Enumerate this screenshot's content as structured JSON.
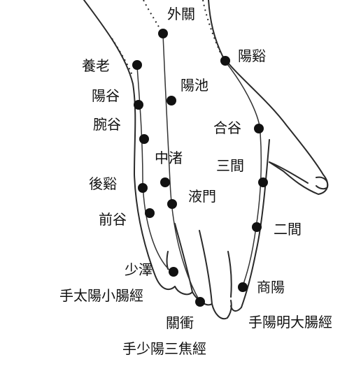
{
  "points": {
    "waiguan": "外關",
    "yangxi": "陽谿",
    "yanglao": "養老",
    "yanggu": "陽谷",
    "yangchi": "陽池",
    "wangu": "腕谷",
    "hegu": "合谷",
    "zhongzhu": "中渚",
    "sanjian": "三間",
    "houxi": "後谿",
    "yemen": "液門",
    "qiangu": "前谷",
    "erjian": "二間",
    "shaoze": "少澤",
    "shangyang": "商陽",
    "guanchong": "關衝"
  },
  "meridians": {
    "small_intestine": "手太陽小腸經",
    "large_intestine": "手陽明大腸經",
    "triple_burner": "手少陽三焦經"
  },
  "colors": {
    "outline": "#2a2a2a",
    "point": "#111111",
    "background": "#ffffff"
  }
}
